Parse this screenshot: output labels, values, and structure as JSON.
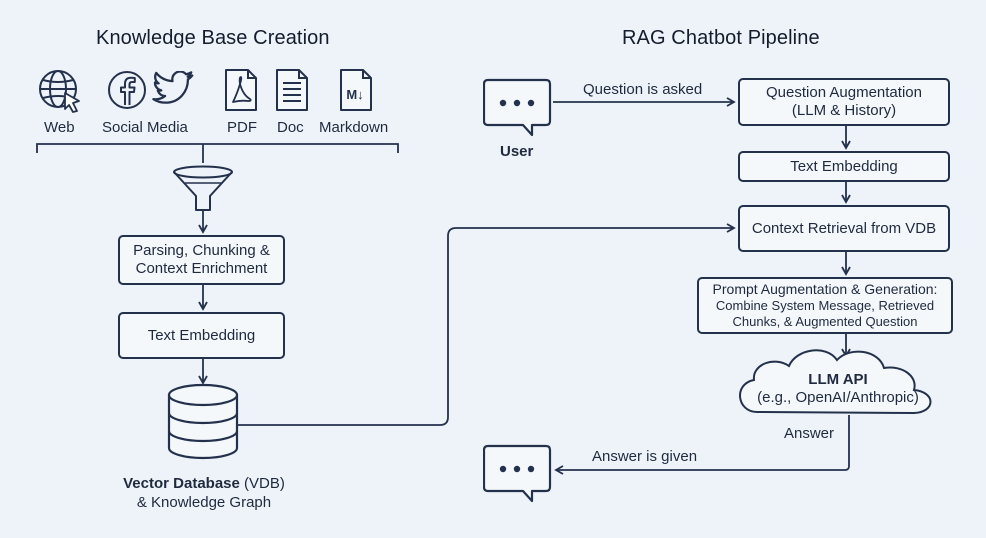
{
  "left_panel": {
    "title": "Knowledge Base Creation",
    "sources": [
      "Web",
      "Social Media",
      "PDF",
      "Doc",
      "Markdown"
    ],
    "markdown_glyph": "M↓",
    "step_parsing": [
      "Parsing, Chunking &",
      "Context Enrichment"
    ],
    "step_embedding": "Text Embedding",
    "database_label_bold": "Vector Database",
    "database_label_rest": " (VDB)",
    "database_label_line2": "& Knowledge Graph"
  },
  "right_panel": {
    "title": "RAG Chatbot Pipeline",
    "user_label": "User",
    "question_edge": "Question is asked",
    "step_augmentation": [
      "Question Augmentation",
      "(LLM & History)"
    ],
    "step_embedding": "Text Embedding",
    "step_retrieval": "Context Retrieval from VDB",
    "step_prompt_title": "Prompt Augmentation & Generation:",
    "step_prompt_detail": [
      "Combine System Message, Retrieved",
      "Chunks, & Augmented Question"
    ],
    "llm_title": "LLM API",
    "llm_subtitle": "(e.g., OpenAI/Anthropic)",
    "answer_edge": "Answer",
    "answer_given_edge": "Answer is given"
  },
  "colors": {
    "background": "#edf3f8",
    "stroke": "#24314d",
    "box_fill": "#f4f8fb"
  },
  "icons": [
    "globe-cursor-icon",
    "facebook-icon",
    "twitter-icon",
    "pdf-file-icon",
    "doc-file-icon",
    "markdown-file-icon",
    "funnel-icon",
    "database-icon",
    "chat-bubble-icon"
  ]
}
